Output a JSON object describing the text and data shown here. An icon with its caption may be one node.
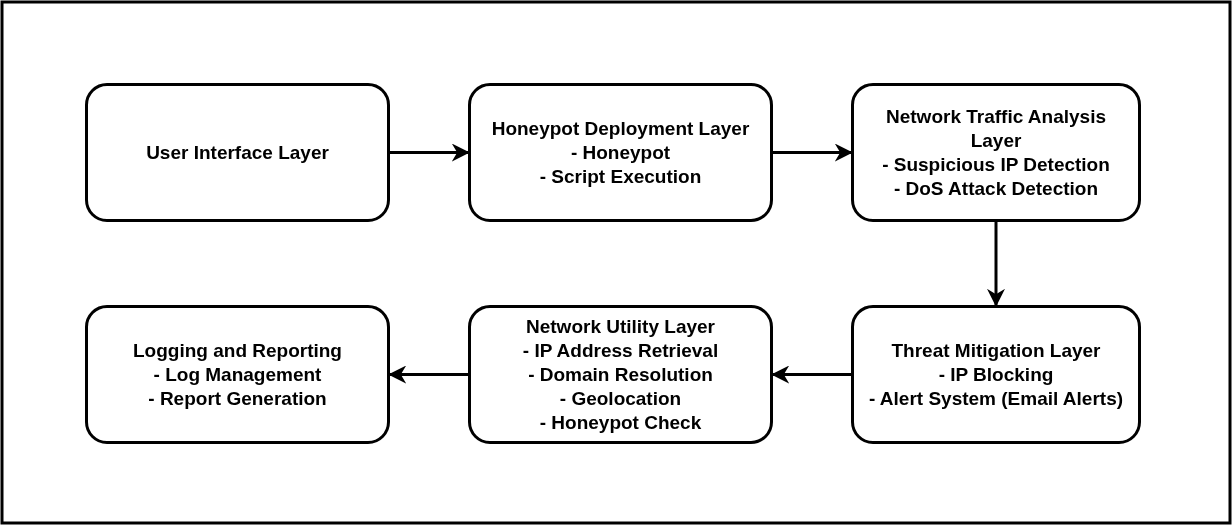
{
  "diagram": {
    "nodes": [
      {
        "text": [
          "User Interface Layer"
        ]
      },
      {
        "text": [
          "Honeypot Deployment Layer",
          "- Honeypot",
          "- Script Execution"
        ]
      },
      {
        "text": [
          "Network Traffic Analysis Layer",
          "- Suspicious IP Detection",
          "- DoS Attack Detection"
        ]
      },
      {
        "text": [
          "Logging and Reporting",
          "- Log Management",
          "- Report Generation"
        ]
      },
      {
        "text": [
          "Network Utility Layer",
          "- IP Address Retrieval",
          "- Domain Resolution",
          "- Geolocation",
          "- Honeypot Check"
        ]
      },
      {
        "text": [
          "Threat Mitigation Layer",
          "- IP Blocking",
          "- Alert System (Email Alerts)"
        ]
      }
    ],
    "edges": [
      {
        "from": 0,
        "to": 1,
        "arrow": "to"
      },
      {
        "from": 1,
        "to": 2,
        "arrow": "to"
      },
      {
        "from": 2,
        "to": 5,
        "arrow": "to"
      },
      {
        "from": 5,
        "to": 4,
        "arrow": "to"
      },
      {
        "from": 4,
        "to": 3,
        "arrow": "to"
      }
    ]
  }
}
